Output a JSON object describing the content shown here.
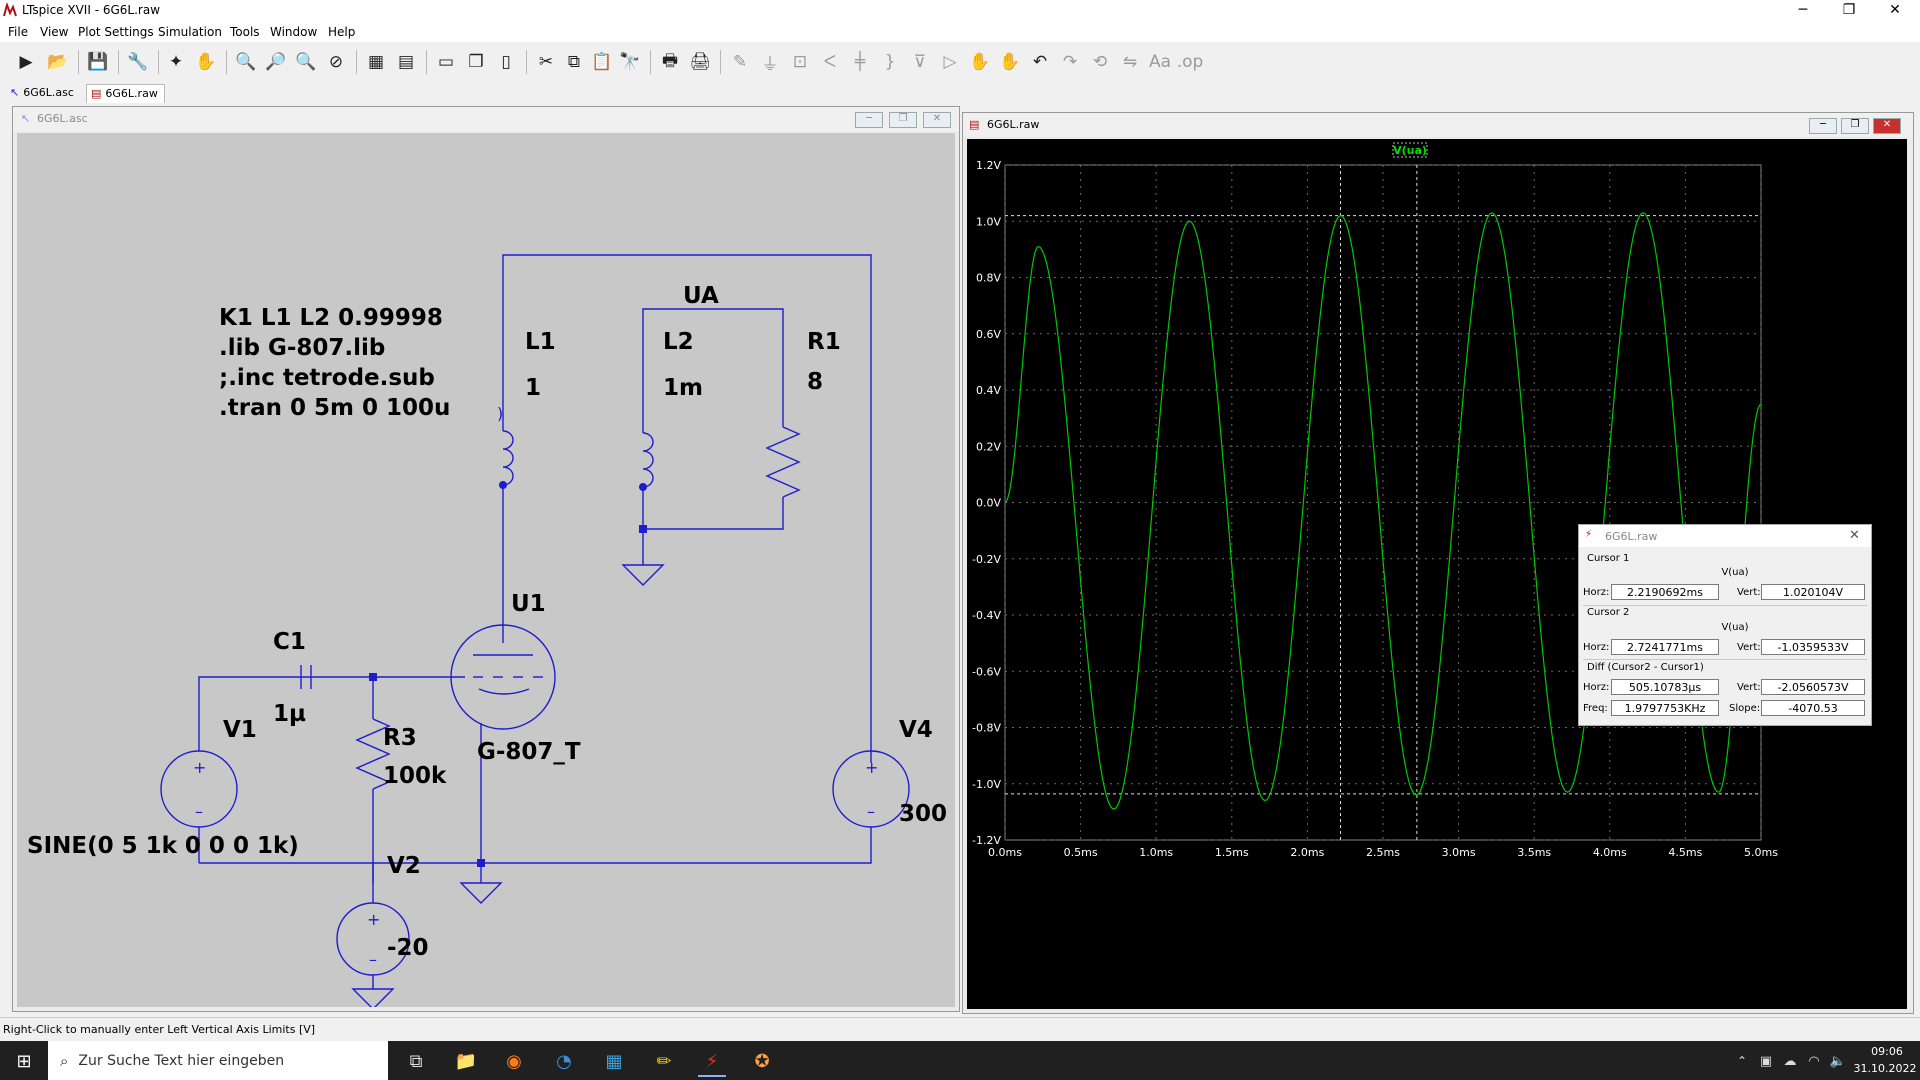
{
  "app": {
    "title": "LTspice XVII - 6G6L.raw",
    "win_minimize": "─",
    "win_maximize": "❐",
    "win_close": "✕"
  },
  "menu": [
    "File",
    "View",
    "Plot Settings",
    "Simulation",
    "Tools",
    "Window",
    "Help"
  ],
  "doc_tabs": [
    {
      "label": "6G6L.asc",
      "icon": "schematic-icon"
    },
    {
      "label": "6G6L.raw",
      "icon": "waveform-icon"
    }
  ],
  "schematic_window": {
    "title": "6G6L.asc",
    "directives": [
      "K1 L1 L2  0.99998",
      ".lib G-807.lib",
      ";.inc tetrode.sub",
      ".tran 0 5m 0 100u"
    ],
    "labels": {
      "ua": "UA",
      "l1": "L1",
      "l1_val": "1",
      "l2": "L2",
      "l2_val": "1m",
      "r1": "R1",
      "r1_val": "8",
      "u1": "U1",
      "u1_model": "G-807_T",
      "c1": "C1",
      "c1_val": "1µ",
      "v1": "V1",
      "v1_val": "SINE(0 5 1k 0 0 0 1k)",
      "r3": "R3",
      "r3_val": "100k",
      "v2": "V2",
      "v2_val": "-20",
      "v4": "V4",
      "v4_val": "300"
    },
    "colors": {
      "wire": "#1d1dcc",
      "bg": "#c8c8c8",
      "text": "#000000"
    }
  },
  "waveform_window": {
    "title": "6G6L.raw",
    "trace_label": "V(ua)",
    "colors": {
      "bg": "#000000",
      "trace": "#00c800",
      "grid": "#8a8a8a",
      "axis_text": "#ffffff"
    }
  },
  "chart_data": {
    "type": "line",
    "series": [
      {
        "name": "V(ua)",
        "frequency_hz": 1980,
        "amplitude_v": 1.02,
        "offset_v": 0.0
      }
    ],
    "yticks": [
      "1.2V",
      "1.0V",
      "0.8V",
      "0.6V",
      "0.4V",
      "0.2V",
      "0.0V",
      "-0.2V",
      "-0.4V",
      "-0.6V",
      "-0.8V",
      "-1.0V",
      "-1.2V"
    ],
    "xticks": [
      "0.0ms",
      "0.5ms",
      "1.0ms",
      "1.5ms",
      "2.0ms",
      "2.5ms",
      "3.0ms",
      "3.5ms",
      "4.0ms",
      "4.5ms",
      "5.0ms"
    ],
    "xlim": [
      0,
      5
    ],
    "ylim": [
      -1.2,
      1.2
    ],
    "peaks": [
      {
        "t_ms": 0.22,
        "v": 0.91
      },
      {
        "t_ms": 0.72,
        "v": -1.09
      },
      {
        "t_ms": 1.22,
        "v": 1.0
      },
      {
        "t_ms": 1.72,
        "v": -1.06
      },
      {
        "t_ms": 2.22,
        "v": 1.02
      },
      {
        "t_ms": 2.72,
        "v": -1.04
      },
      {
        "t_ms": 3.22,
        "v": 1.03
      },
      {
        "t_ms": 3.72,
        "v": -1.03
      },
      {
        "t_ms": 4.22,
        "v": 1.03
      },
      {
        "t_ms": 4.72,
        "v": -1.03
      }
    ],
    "cursor1": {
      "t_ms": 2.219,
      "v": 1.02
    },
    "cursor2": {
      "t_ms": 2.724,
      "v": -1.036
    },
    "grid": true
  },
  "cursor_dialog": {
    "title": "6G6L.raw",
    "cursor1_label": "Cursor 1",
    "cursor1_trace": "V(ua)",
    "cursor1_horz": "2.2190692ms",
    "cursor1_vert": "1.020104V",
    "cursor2_label": "Cursor 2",
    "cursor2_trace": "V(ua)",
    "cursor2_horz": "2.7241771ms",
    "cursor2_vert": "-1.0359533V",
    "diff_label": "Diff (Cursor2 - Cursor1)",
    "diff_horz": "505.10783µs",
    "diff_vert": "-2.0560573V",
    "freq": "1.9797753KHz",
    "slope": "-4070.53",
    "horz_lbl": "Horz:",
    "vert_lbl": "Vert:",
    "freq_lbl": "Freq:",
    "slope_lbl": "Slope:"
  },
  "status": {
    "text": "Right-Click to manually enter Left Vertical Axis Limits [V]"
  },
  "taskbar": {
    "search_placeholder": "Zur Suche Text hier eingeben",
    "time": "09:06",
    "date": "31.10.2022"
  }
}
